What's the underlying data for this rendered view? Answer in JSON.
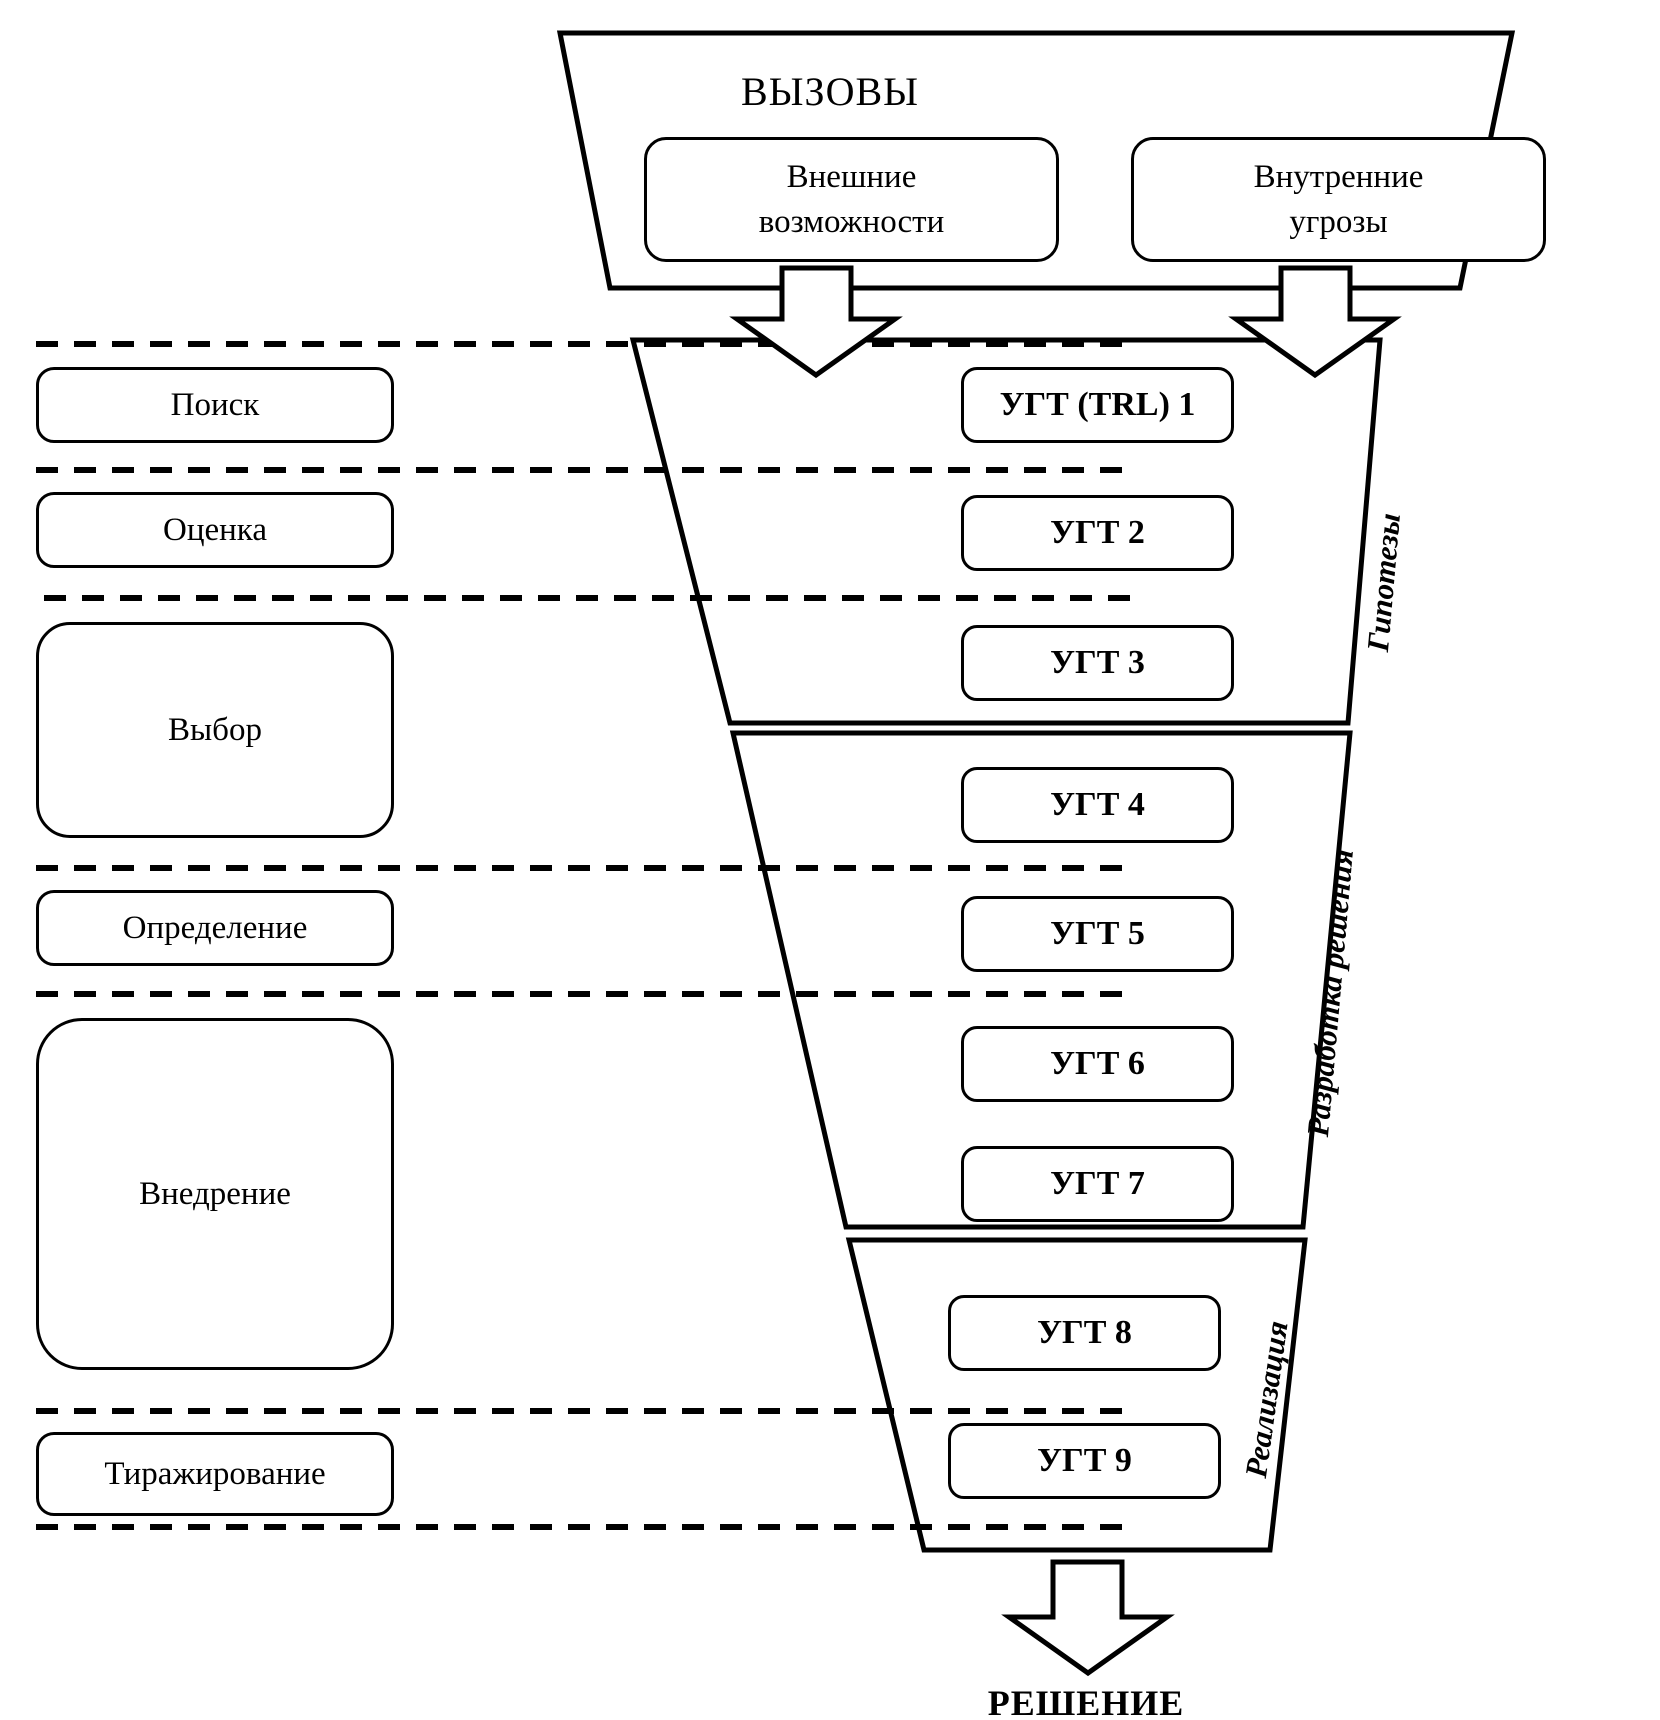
{
  "diagram": {
    "title_top": "ВЫЗОВЫ",
    "title_bottom": "РЕШЕНИЕ",
    "challenges": [
      {
        "id": "external-opportunities",
        "label": "Внешние\nвозможности"
      },
      {
        "id": "internal-threats",
        "label": "Внутренние\nугрозы"
      }
    ],
    "stages": [
      {
        "id": "search",
        "label": "Поиск"
      },
      {
        "id": "evaluation",
        "label": "Оценка"
      },
      {
        "id": "selection",
        "label": "Выбор"
      },
      {
        "id": "definition",
        "label": "Определение"
      },
      {
        "id": "deployment",
        "label": "Внедрение"
      },
      {
        "id": "replication",
        "label": "Тиражирование"
      }
    ],
    "trl_levels": [
      {
        "id": "trl-1",
        "label": "УГТ (TRL) 1"
      },
      {
        "id": "trl-2",
        "label": "УГТ 2"
      },
      {
        "id": "trl-3",
        "label": "УГТ 3"
      },
      {
        "id": "trl-4",
        "label": "УГТ 4"
      },
      {
        "id": "trl-5",
        "label": "УГТ 5"
      },
      {
        "id": "trl-6",
        "label": "УГТ 6"
      },
      {
        "id": "trl-7",
        "label": "УГТ 7"
      },
      {
        "id": "trl-8",
        "label": "УГТ 8"
      },
      {
        "id": "trl-9",
        "label": "УГТ 9"
      }
    ],
    "phases": [
      {
        "id": "hypotheses",
        "label": "Гипотезы"
      },
      {
        "id": "solution-design",
        "label": "Разработка решения"
      },
      {
        "id": "implementation",
        "label": "Реализация"
      }
    ],
    "colors": {
      "stroke": "#000000",
      "fill": "#ffffff"
    }
  }
}
